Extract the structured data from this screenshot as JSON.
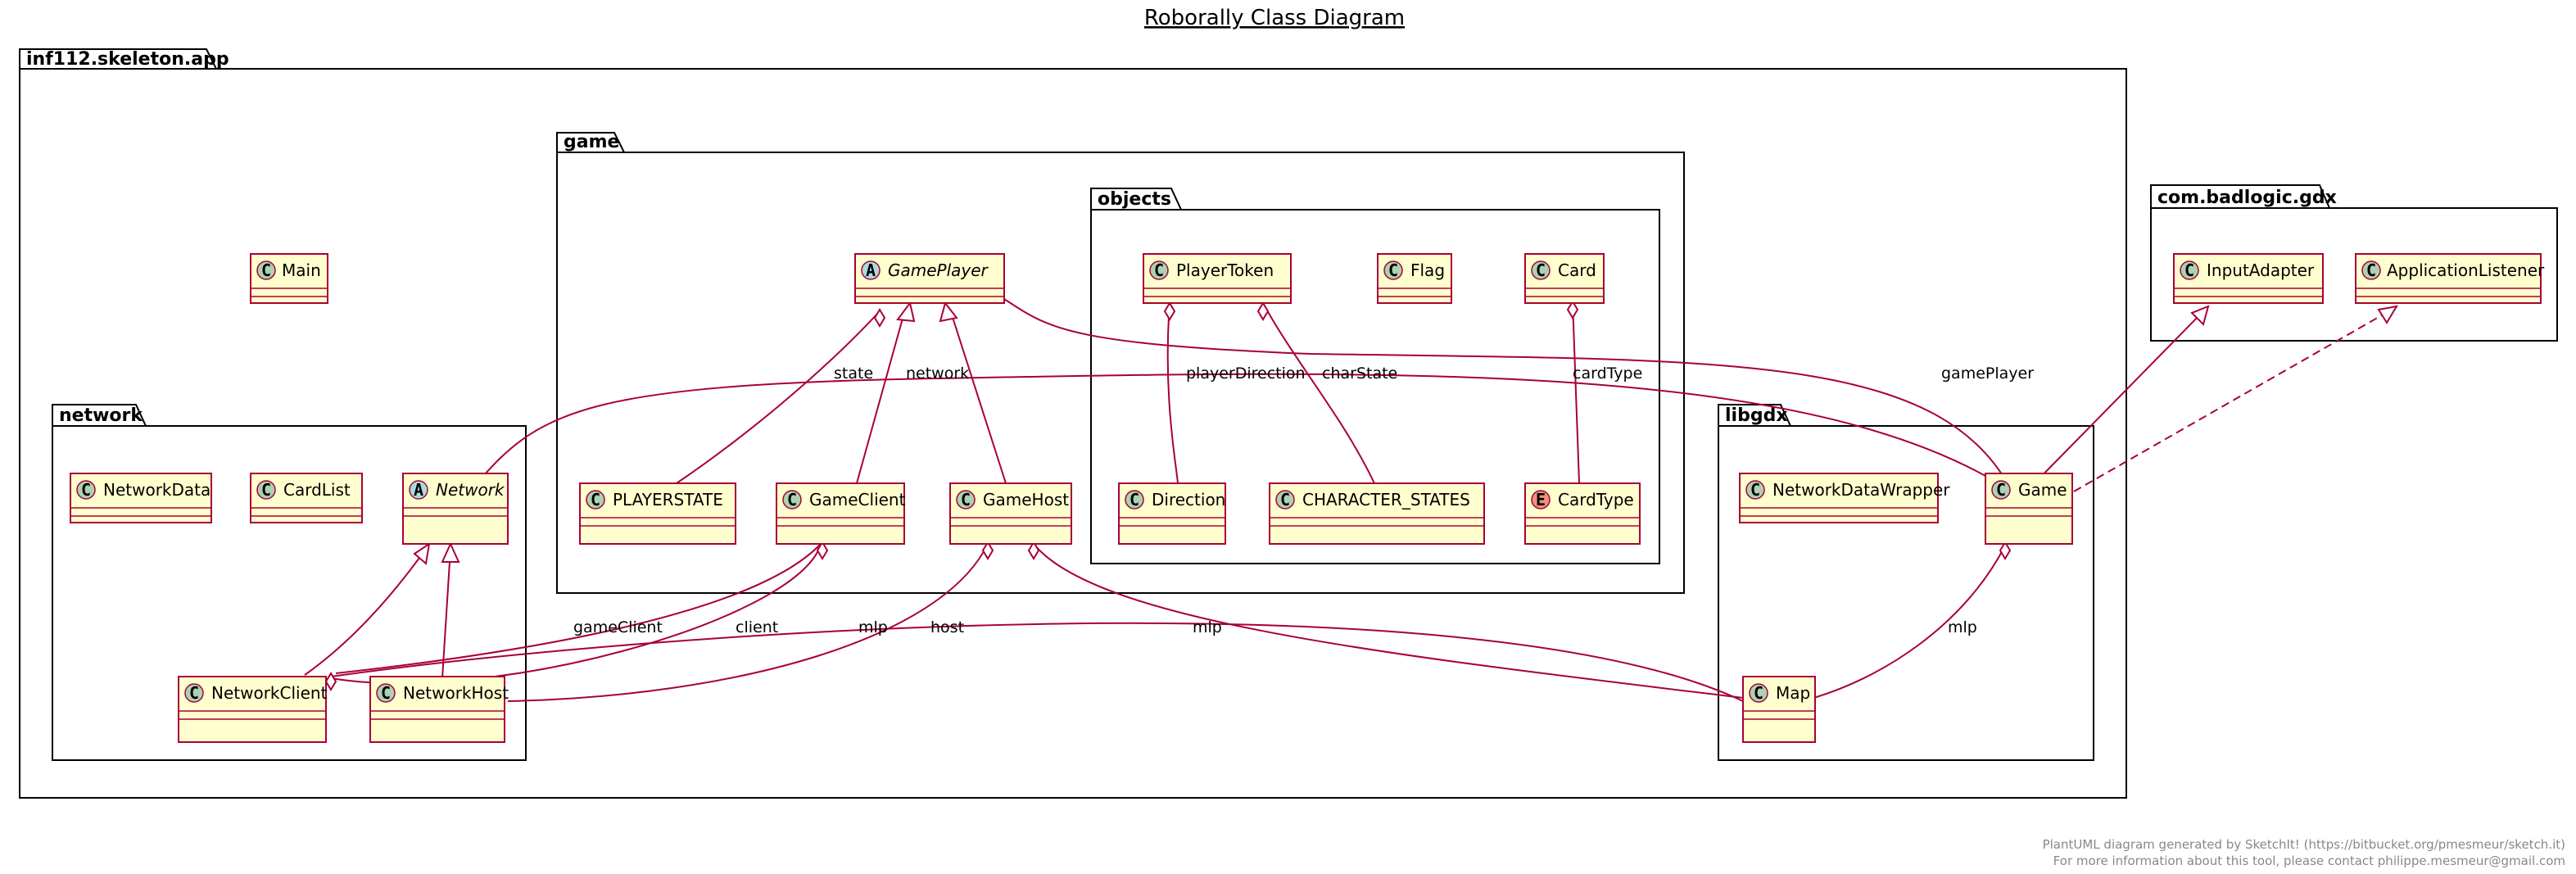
{
  "title": "Roborally Class Diagram",
  "colors": {
    "class_fill": "#FEFECE",
    "class_border": "#A80036",
    "edge": "#A80036",
    "badge_class": "#ADD1B2",
    "badge_abstract": "#A9DCDF",
    "badge_enum": "#EB937F",
    "package_border": "#000000"
  },
  "packages": {
    "app": "inf112.skeleton.app",
    "game": "game",
    "objects": "objects",
    "network": "network",
    "libgdx": "libgdx",
    "gdx": "com.badlogic.gdx"
  },
  "classes": {
    "main": {
      "name": "Main",
      "badge": "C",
      "kind": "class"
    },
    "game_player": {
      "name": "GamePlayer",
      "badge": "A",
      "kind": "abstract"
    },
    "player_token": {
      "name": "PlayerToken",
      "badge": "C",
      "kind": "class"
    },
    "flag": {
      "name": "Flag",
      "badge": "C",
      "kind": "class"
    },
    "card": {
      "name": "Card",
      "badge": "C",
      "kind": "class"
    },
    "input_adapter": {
      "name": "InputAdapter",
      "badge": "C",
      "kind": "class"
    },
    "application_listener": {
      "name": "ApplicationListener",
      "badge": "C",
      "kind": "class"
    },
    "network_data": {
      "name": "NetworkData",
      "badge": "C",
      "kind": "class"
    },
    "card_list": {
      "name": "CardList",
      "badge": "C",
      "kind": "class"
    },
    "network": {
      "name": "Network",
      "badge": "A",
      "kind": "abstract"
    },
    "playerstate": {
      "name": "PLAYERSTATE",
      "badge": "C",
      "kind": "class"
    },
    "game_client": {
      "name": "GameClient",
      "badge": "C",
      "kind": "class"
    },
    "game_host": {
      "name": "GameHost",
      "badge": "C",
      "kind": "class"
    },
    "direction": {
      "name": "Direction",
      "badge": "C",
      "kind": "class"
    },
    "character_states": {
      "name": "CHARACTER_STATES",
      "badge": "C",
      "kind": "class"
    },
    "card_type": {
      "name": "CardType",
      "badge": "E",
      "kind": "enum"
    },
    "network_data_wrapper": {
      "name": "NetworkDataWrapper",
      "badge": "C",
      "kind": "class"
    },
    "game": {
      "name": "Game",
      "badge": "C",
      "kind": "class"
    },
    "network_client": {
      "name": "NetworkClient",
      "badge": "C",
      "kind": "class"
    },
    "network_host": {
      "name": "NetworkHost",
      "badge": "C",
      "kind": "class"
    },
    "map": {
      "name": "Map",
      "badge": "C",
      "kind": "class"
    }
  },
  "edge_labels": {
    "state": "state",
    "network": "network",
    "player_direction": "playerDirection",
    "char_state": "charState",
    "card_type": "cardType",
    "game_player": "gamePlayer",
    "game_client": "gameClient",
    "client": "client",
    "mlp_client": "mlp",
    "host": "host",
    "mlp_host": "mlp",
    "mlp_game": "mlp"
  },
  "footer": {
    "line1": "PlantUML diagram generated by SketchIt! (https://bitbucket.org/pmesmeur/sketch.it)",
    "line2": "For more information about this tool, please contact philippe.mesmeur@gmail.com"
  }
}
